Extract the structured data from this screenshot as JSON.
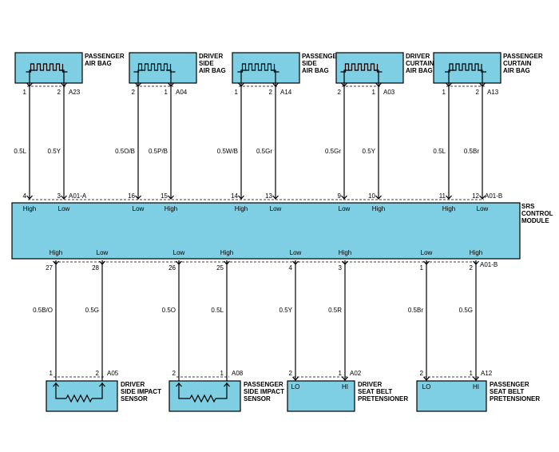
{
  "module": {
    "name_lines": [
      "SRS",
      "CONTROL",
      "MODULE"
    ],
    "top_connector": "A01-A",
    "top_connector_b": "A01-B",
    "bottom_connector": "A01-B"
  },
  "top_components": [
    {
      "id": "passenger-air-bag",
      "name_lines": [
        "PASSENGER",
        "AIR BAG"
      ],
      "connector": "A23",
      "wires": [
        {
          "comp_pin": "1",
          "color": "0.5L",
          "module_pin": "4",
          "signal": "High"
        },
        {
          "comp_pin": "2",
          "color": "0.5Y",
          "module_pin": "3",
          "signal": "Low"
        }
      ]
    },
    {
      "id": "driver-side-air-bag",
      "name_lines": [
        "DRIVER",
        "SIDE",
        "AIR BAG"
      ],
      "connector": "A04",
      "wires": [
        {
          "comp_pin": "2",
          "color": "0.5O/B",
          "module_pin": "16",
          "signal": "Low"
        },
        {
          "comp_pin": "1",
          "color": "0.5P/B",
          "module_pin": "15",
          "signal": "High"
        }
      ]
    },
    {
      "id": "passenger-side-air-bag",
      "name_lines": [
        "PASSENGER",
        "SIDE",
        "AIR BAG"
      ],
      "connector": "A14",
      "wires": [
        {
          "comp_pin": "1",
          "color": "0.5W/B",
          "module_pin": "14",
          "signal": "High"
        },
        {
          "comp_pin": "2",
          "color": "0.5Gr",
          "module_pin": "13",
          "signal": "Low"
        }
      ]
    },
    {
      "id": "driver-curtain-air-bag",
      "name_lines": [
        "DRIVER",
        "CURTAIN",
        "AIR BAG"
      ],
      "connector": "A03",
      "wires": [
        {
          "comp_pin": "2",
          "color": "0.5Gr",
          "module_pin": "9",
          "signal": "Low"
        },
        {
          "comp_pin": "1",
          "color": "0.5Y",
          "module_pin": "10",
          "signal": "High"
        }
      ]
    },
    {
      "id": "passenger-curtain-air-bag",
      "name_lines": [
        "PASSENGER",
        "CURTAIN",
        "AIR BAG"
      ],
      "connector": "A13",
      "wires": [
        {
          "comp_pin": "1",
          "color": "0.5L",
          "module_pin": "11",
          "signal": "High"
        },
        {
          "comp_pin": "2",
          "color": "0.5Br",
          "module_pin": "12",
          "signal": "Low"
        }
      ]
    }
  ],
  "bottom_components": [
    {
      "id": "driver-side-impact-sensor",
      "name_lines": [
        "DRIVER",
        "SIDE IMPACT",
        "SENSOR"
      ],
      "connector": "A05",
      "kind": "sensor",
      "wires": [
        {
          "module_pin": "27",
          "signal": "High",
          "color": "0.5B/O",
          "comp_pin": "1",
          "comp_label": ""
        },
        {
          "module_pin": "28",
          "signal": "Low",
          "color": "0.5G",
          "comp_pin": "2",
          "comp_label": ""
        }
      ]
    },
    {
      "id": "passenger-side-impact-sensor",
      "name_lines": [
        "PASSENGER",
        "SIDE IMPACT",
        "SENSOR"
      ],
      "connector": "A08",
      "kind": "sensor",
      "wires": [
        {
          "module_pin": "26",
          "signal": "Low",
          "color": "0.5O",
          "comp_pin": "2",
          "comp_label": ""
        },
        {
          "module_pin": "25",
          "signal": "High",
          "color": "0.5L",
          "comp_pin": "1",
          "comp_label": ""
        }
      ]
    },
    {
      "id": "driver-seat-belt-pretensioner",
      "name_lines": [
        "DRIVER",
        "SEAT BELT",
        "PRETENSIONER"
      ],
      "connector": "A02",
      "kind": "pretensioner",
      "wires": [
        {
          "module_pin": "4",
          "signal": "Low",
          "color": "0.5Y",
          "comp_pin": "2",
          "comp_label": "LO"
        },
        {
          "module_pin": "3",
          "signal": "High",
          "color": "0.5R",
          "comp_pin": "1",
          "comp_label": "HI"
        }
      ]
    },
    {
      "id": "passenger-seat-belt-pretensioner",
      "name_lines": [
        "PASSENGER",
        "SEAT BELT",
        "PRETENSIONER"
      ],
      "connector": "A12",
      "kind": "pretensioner",
      "wires": [
        {
          "module_pin": "1",
          "signal": "Low",
          "color": "0.5Br",
          "comp_pin": "2",
          "comp_label": "LO"
        },
        {
          "module_pin": "2",
          "signal": "High",
          "color": "0.5G",
          "comp_pin": "1",
          "comp_label": "HI"
        }
      ]
    }
  ]
}
